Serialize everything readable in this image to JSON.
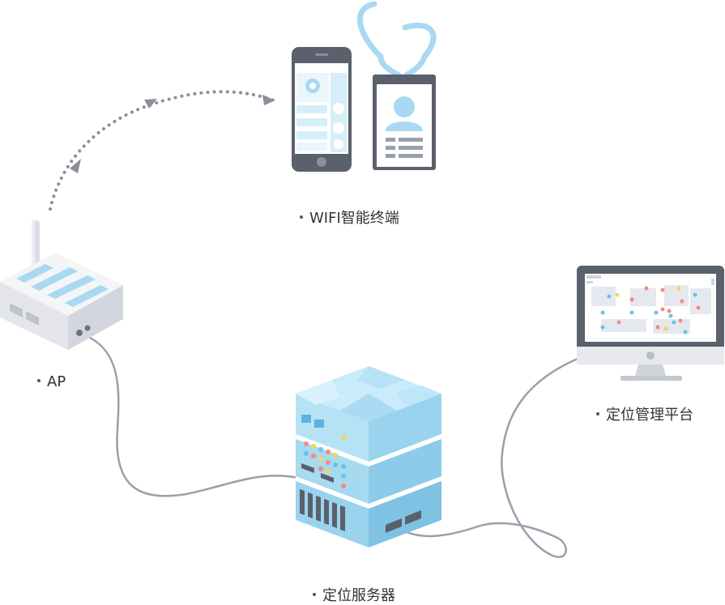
{
  "labels": {
    "terminal": "WIFI智能终端",
    "ap": "AP",
    "platform": "定位管理平台",
    "server": "定位服务器"
  },
  "colors": {
    "cable": "#9a9fab",
    "dotted_path": "#8a8f9a",
    "device_dark": "#5a606c",
    "light_blue": "#a9d9f2",
    "pale_blue": "#d6eefa",
    "server_side": "#8ccbe9",
    "white_body": "#f2f3f6",
    "gray_body": "#d9dce3"
  },
  "icons": [
    "wifi-router-icon",
    "smartphone-icon",
    "id-badge-icon",
    "server-icon",
    "monitor-icon"
  ]
}
